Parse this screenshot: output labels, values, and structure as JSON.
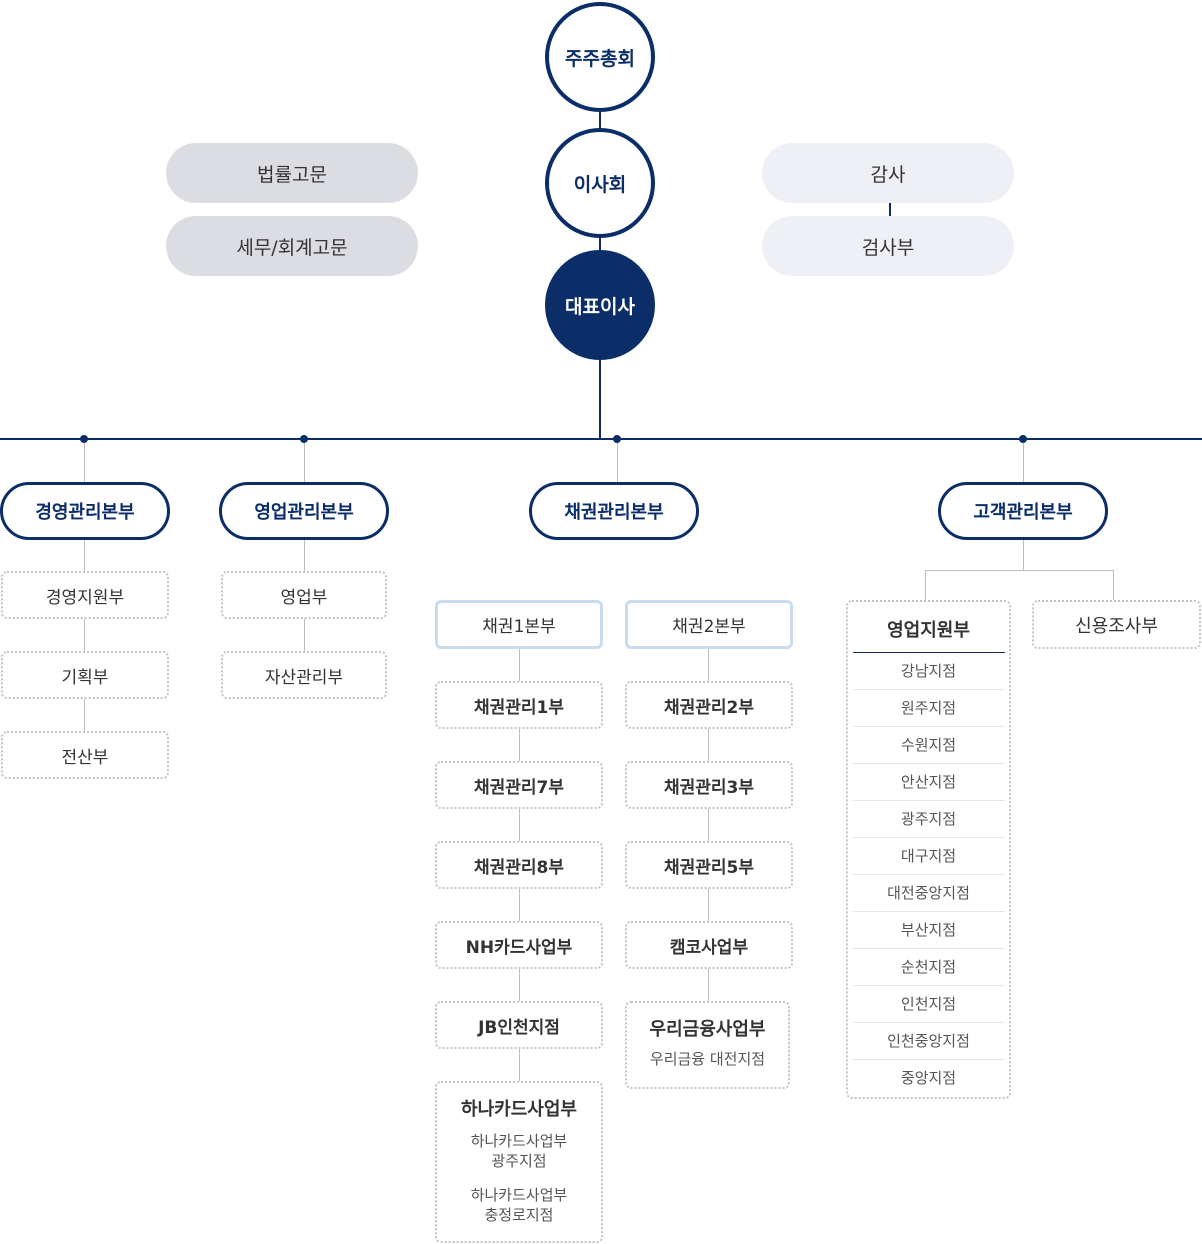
{
  "top": {
    "shareholders": "주주총회",
    "board": "이사회",
    "ceo": "대표이사"
  },
  "advisors": {
    "legal": "법률고문",
    "tax": "세무/회계고문"
  },
  "audit": {
    "auditor": "감사",
    "audit_dept": "검사부"
  },
  "hq": {
    "management": {
      "label": "경영관리본부",
      "depts": [
        "경영지원부",
        "기획부",
        "전산부"
      ]
    },
    "sales": {
      "label": "영업관리본부",
      "depts": [
        "영업부",
        "자산관리부"
      ]
    },
    "bond": {
      "label": "채권관리본부",
      "div1": {
        "label": "채권1본부",
        "depts": [
          "채권관리1부",
          "채권관리7부",
          "채권관리8부",
          "NH카드사업부",
          "JB인천지점"
        ],
        "hana": {
          "title": "하나카드사업부",
          "sub1": "하나카드사업부\n광주지점",
          "sub1_a": "하나카드사업부",
          "sub1_b": "광주지점",
          "sub2_a": "하나카드사업부",
          "sub2_b": "충정로지점"
        }
      },
      "div2": {
        "label": "채권2본부",
        "depts": [
          "채권관리2부",
          "채권관리3부",
          "채권관리5부",
          "캠코사업부"
        ],
        "woori": {
          "title": "우리금융사업부",
          "sub": "우리금융 대전지점"
        }
      }
    },
    "customer": {
      "label": "고객관리본부",
      "sales_support": {
        "title": "영업지원부",
        "branches": [
          "강남지점",
          "원주지점",
          "수원지점",
          "안산지점",
          "광주지점",
          "대구지점",
          "대전중앙지점",
          "부산지점",
          "순천지점",
          "인천지점",
          "인천중앙지점",
          "중앙지점"
        ]
      },
      "credit": "신용조사부"
    }
  }
}
